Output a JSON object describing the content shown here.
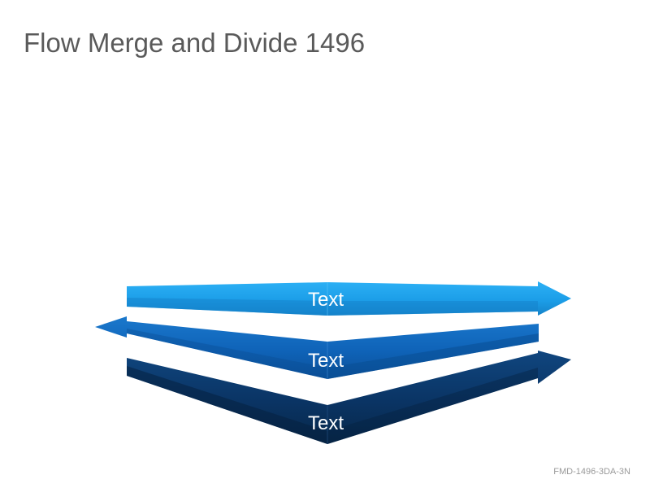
{
  "slide": {
    "title": "Flow Merge and Divide 1496",
    "footer_code": "FMD-1496-3DA-3N"
  },
  "diagram": {
    "arrows": [
      {
        "label": "Text",
        "direction": "right",
        "color": "#1c9ee8"
      },
      {
        "label": "Text",
        "direction": "left",
        "color": "#0f63b8"
      },
      {
        "label": "Text",
        "direction": "right",
        "color": "#0a3464"
      }
    ]
  },
  "colors": {
    "title": "#5a5a5a",
    "arrow_top": "#1c9ee8",
    "arrow_middle": "#0f63b8",
    "arrow_bottom": "#0a3464",
    "label": "#ffffff",
    "footer": "#9a9a9a"
  }
}
